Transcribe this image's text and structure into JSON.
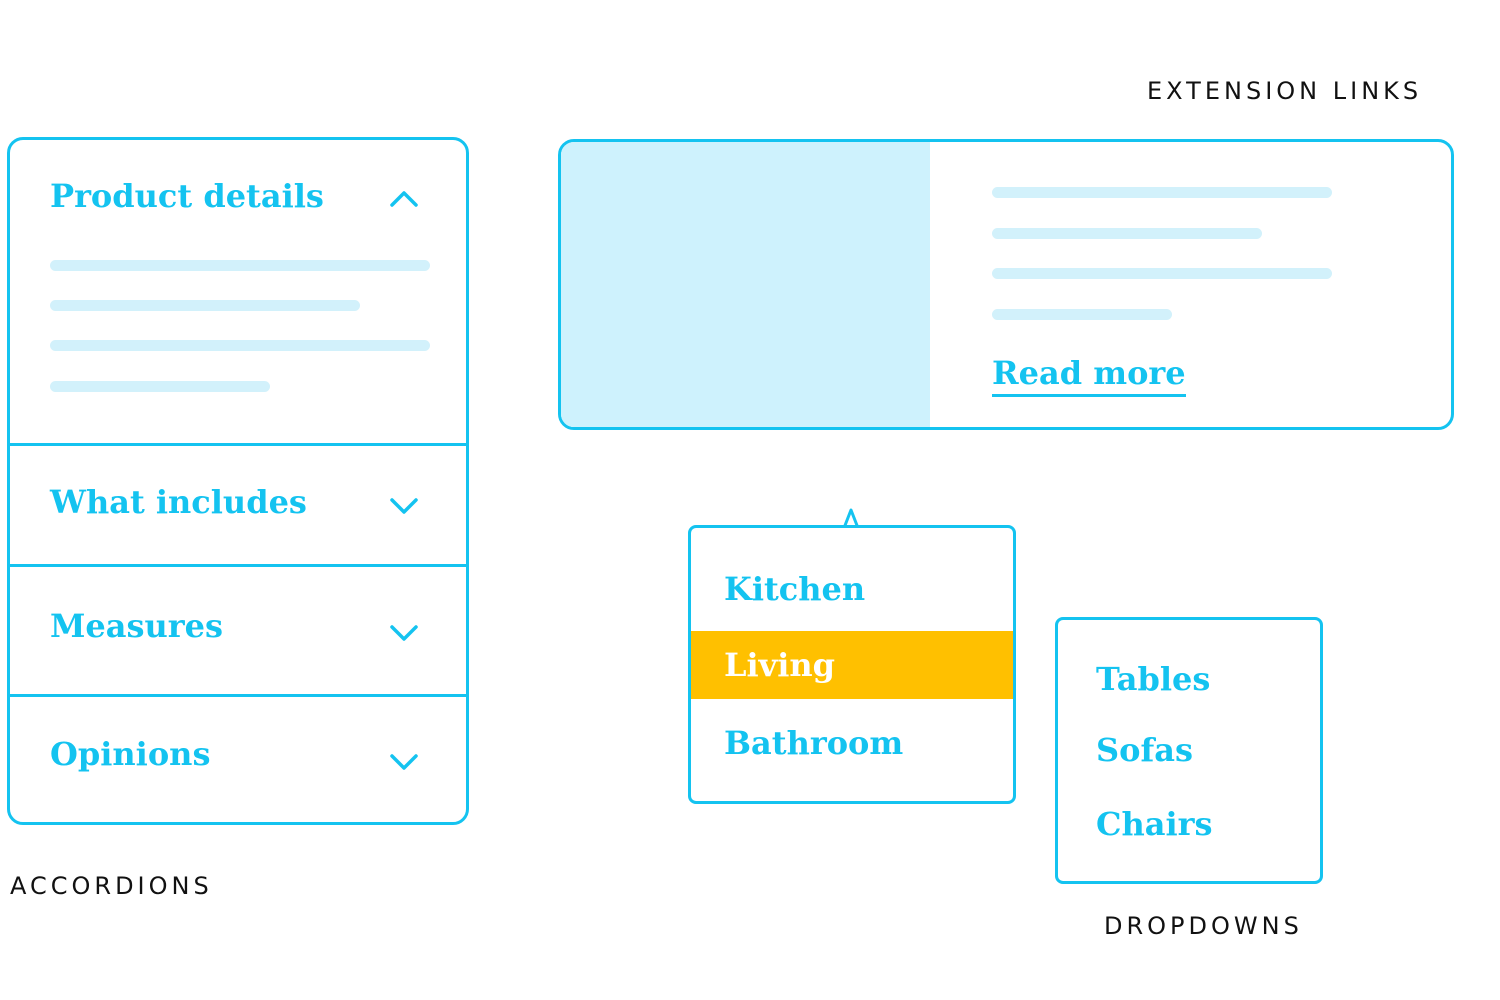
{
  "captions": {
    "extension_links": "EXTENSION LINKS",
    "accordions": "ACCORDIONS",
    "dropdowns": "DROPDOWNS"
  },
  "colors": {
    "accent": "#14c3f0",
    "placeholder": "#d2f1fb",
    "highlight": "#ffc000",
    "caption": "#111111"
  },
  "accordion": {
    "sections": [
      {
        "title": "Product details",
        "expanded": true,
        "icon": "chevron-up-icon"
      },
      {
        "title": "What includes",
        "expanded": false,
        "icon": "chevron-down-icon"
      },
      {
        "title": "Measures",
        "expanded": false,
        "icon": "chevron-down-icon"
      },
      {
        "title": "Opinions",
        "expanded": false,
        "icon": "chevron-down-icon"
      }
    ]
  },
  "extension_card": {
    "link_label": "Read more"
  },
  "dropdown_rooms": {
    "items": [
      "Kitchen",
      "Living",
      "Bathroom"
    ],
    "selected": "Living"
  },
  "dropdown_furniture": {
    "items": [
      "Tables",
      "Sofas",
      "Chairs"
    ]
  }
}
